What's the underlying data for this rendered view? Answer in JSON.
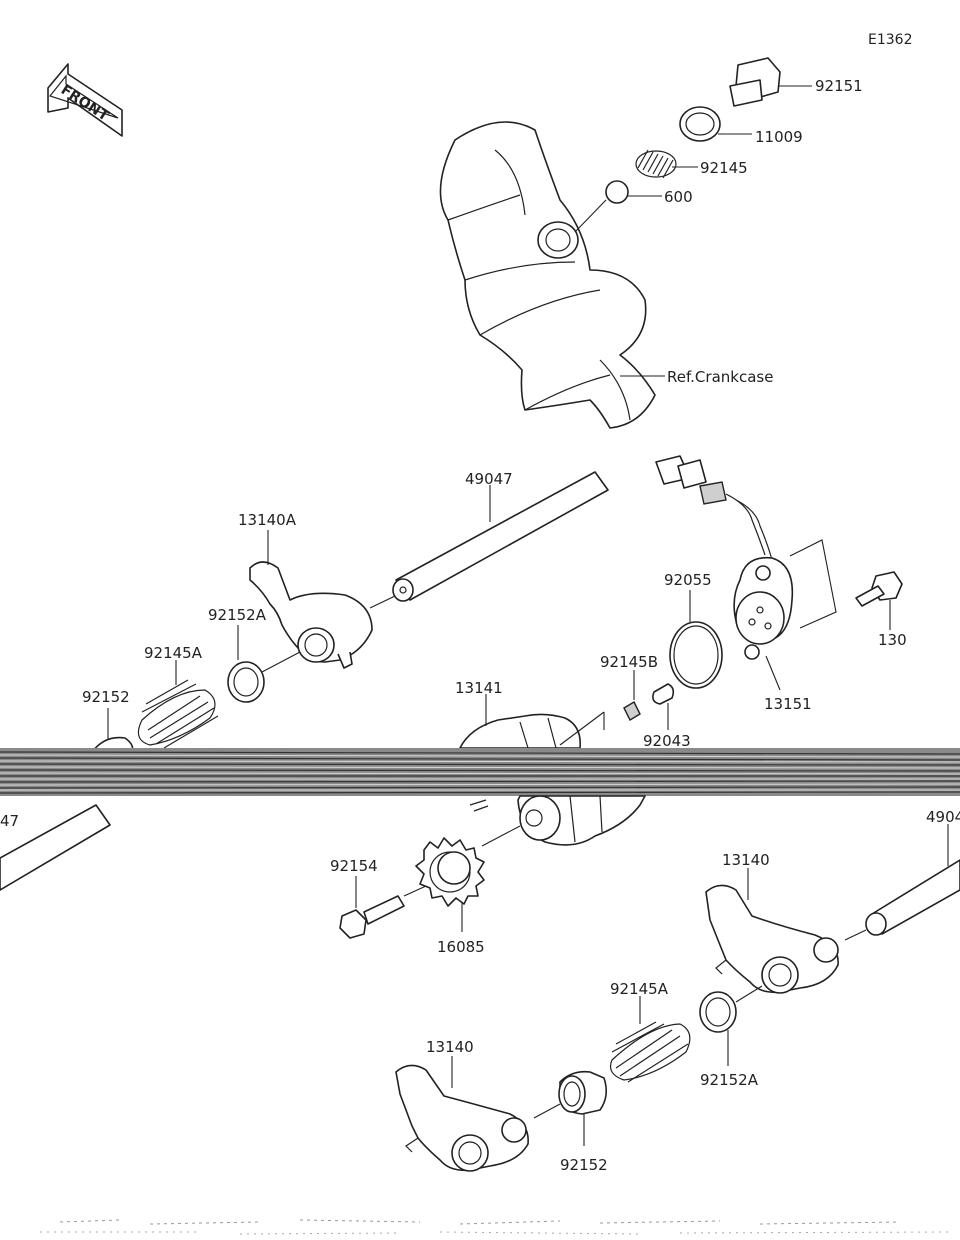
{
  "diagram_code": "E1362",
  "front_label": "FRONT",
  "parts": {
    "p92151": "92151",
    "p11009": "11009",
    "p92145": "92145",
    "p600": "600",
    "ref_crankcase": "Ref.Crankcase",
    "p49047_top": "49047",
    "p13140A": "13140A",
    "p92152A_top": "92152A",
    "p92145A_top": "92145A",
    "p92152_top": "92152",
    "p92055": "92055",
    "p130": "130",
    "p13151": "13151",
    "p92145B": "92145B",
    "p13141": "13141",
    "p92043": "92043",
    "p47_cut": "47",
    "p4904_cut": "4904",
    "p92154": "92154",
    "p16085": "16085",
    "p13140_upper": "13140",
    "p92145A_bottom": "92145A",
    "p92152A_bottom": "92152A",
    "p13140_lower": "13140",
    "p92152_bottom": "92152"
  }
}
